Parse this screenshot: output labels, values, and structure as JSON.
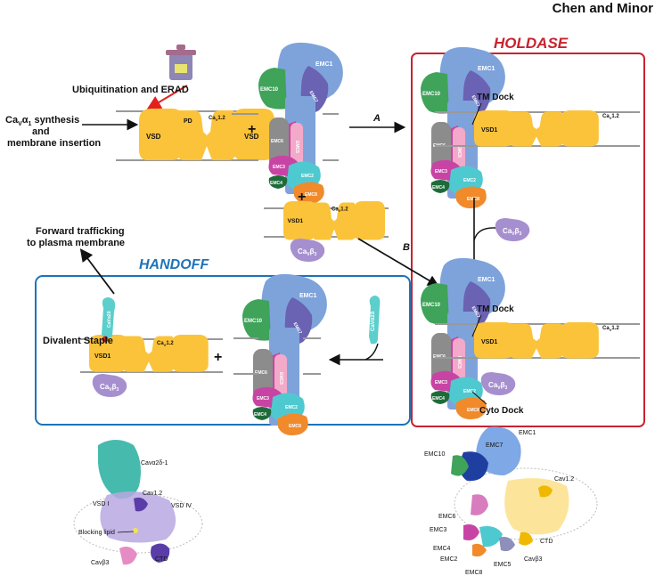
{
  "header": {
    "authors": "Chen and Minor"
  },
  "sections": {
    "holdase": "HOLDASE",
    "handoff": "HANDOFF"
  },
  "labels": {
    "ubiquitination": "Ubiquitination and ERAD",
    "synthesis_line1": "Ca",
    "synthesis_sub1": "V",
    "synthesis_alpha": "α",
    "synthesis_sub2": "1",
    "synthesis_rest": " synthesis",
    "synthesis_line2": "and",
    "synthesis_line3": "membrane insertion",
    "forward_line1": "Forward trafficking",
    "forward_line2": "to plasma membrane",
    "divalent_staple": "Divalent Staple",
    "tm_dock": "TM Dock",
    "cyto_dock": "Cyto Dock",
    "arrow_a": "A",
    "arrow_b": "B",
    "plus": "+"
  },
  "channel": {
    "vsd": "VSD",
    "vsd1": "VSD1",
    "pd": "PD",
    "cav12": "Ca",
    "cav12_sub": "V",
    "cav12_tail": "1.2",
    "beta_main": "Ca",
    "beta_sub": "V",
    "beta_greek": "β",
    "beta_num": "3",
    "a2d": "CaVα2δ"
  },
  "emc": {
    "emc1": "EMC1",
    "emc7": "EMC7",
    "emc10": "EMC10",
    "emc6": "EMC6",
    "emc5": "EMC5",
    "emc3": "EMC3",
    "emc4": "EMC4",
    "emc2": "EMC2",
    "emc8": "EMC8"
  },
  "structure_left": {
    "a2d1": "Cavα2δ-1",
    "cav12": "Cav1.2",
    "vsd_i": "VSD I",
    "vsd_iv": "VSD IV",
    "blocking_lipid": "Blocking lipid",
    "beta3": "Cavβ3",
    "ctd": "CTD"
  },
  "structure_right": {
    "emc1": "EMC1",
    "emc7": "EMC7",
    "emc10": "EMC10",
    "cav12": "Cav1.2",
    "emc6": "EMC6",
    "emc3": "EMC3",
    "ctd": "CTD",
    "emc4": "EMC4",
    "emc2": "EMC2",
    "emc5": "EMC5",
    "beta3": "Cavβ3",
    "emc8": "EMC8"
  },
  "colors": {
    "channel": "#FBC33A",
    "emc1": "#7EA3DB",
    "emc7": "#6A62B2",
    "emc10": "#3FA35A",
    "emc6": "#8C8C8C",
    "emc5": "#F3A9C9",
    "emc3": "#C844A4",
    "emc4": "#1E6B3A",
    "emc2": "#4FC9D0",
    "emc8": "#F08A2B",
    "beta": "#A68FCF",
    "a2d": "#5CCFCC",
    "holdase": "#C8232E",
    "handoff": "#1E73B8",
    "red_arrow": "#E3211C"
  }
}
